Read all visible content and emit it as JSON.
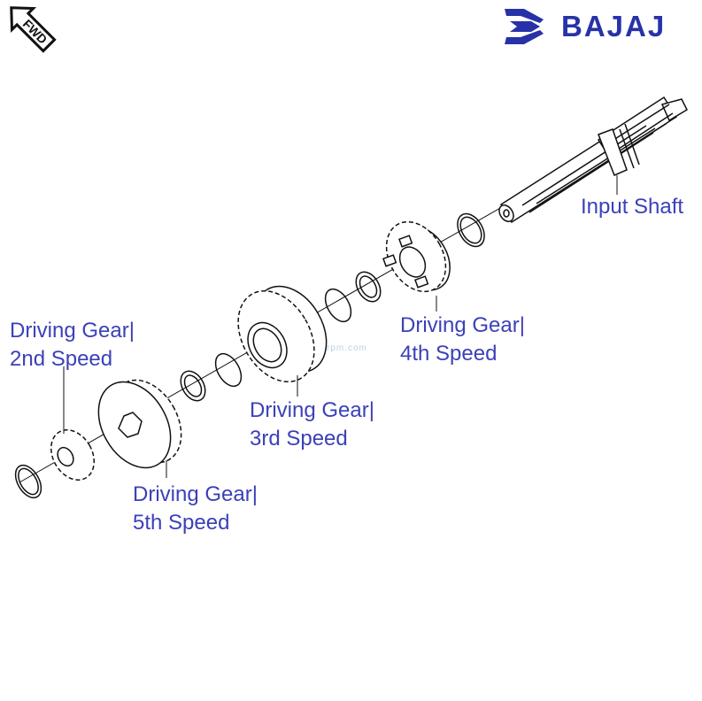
{
  "brand": {
    "name": "BAJAJ",
    "color": "#2732a8"
  },
  "fwd_badge": {
    "text": "FWD",
    "icon": "forward-arrow-icon"
  },
  "watermark": "rpm.com",
  "label_color": "#3b41b8",
  "parts": [
    {
      "id": "input-shaft",
      "line1": "Input Shaft",
      "line2": ""
    },
    {
      "id": "driving-gear-4th",
      "line1": "Driving Gear|",
      "line2": "4th Speed"
    },
    {
      "id": "driving-gear-2nd",
      "line1": "Driving Gear|",
      "line2": "2nd Speed"
    },
    {
      "id": "driving-gear-3rd",
      "line1": "Driving Gear|",
      "line2": "3rd Speed"
    },
    {
      "id": "driving-gear-5th",
      "line1": "Driving Gear|",
      "line2": "5th Speed"
    }
  ]
}
